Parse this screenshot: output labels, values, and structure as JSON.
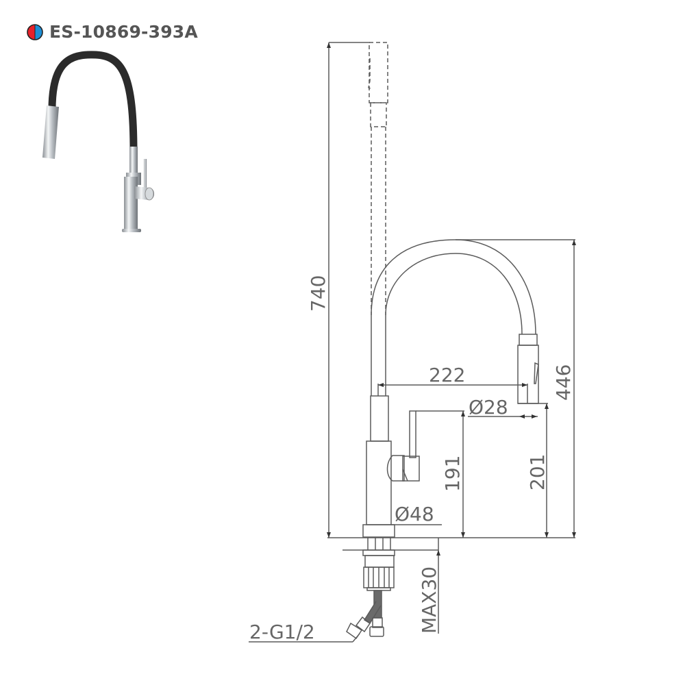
{
  "header": {
    "model_code": "ES-10869-393A",
    "temperature_icon": "hot-cold-indicator-icon",
    "colors": {
      "hot": "#e8222b",
      "cold": "#1e8fd6",
      "text": "#555555"
    }
  },
  "product_photo": {
    "description": "Pull-down kitchen faucet with black flexible spout and chrome body",
    "colors": {
      "hose": "#2b2b2b",
      "chrome": "#c9cdd1"
    }
  },
  "drawing": {
    "line_color": "#5a5a5a",
    "dimensions": {
      "total_height": "740",
      "spout_height": "446",
      "spout_reach": "222",
      "spray_head_diameter": "Ø28",
      "outlet_height": "201",
      "handle_height": "191",
      "body_diameter": "Ø48",
      "max_deck_thickness": "MAX30",
      "connection": "2-G1/2"
    }
  }
}
